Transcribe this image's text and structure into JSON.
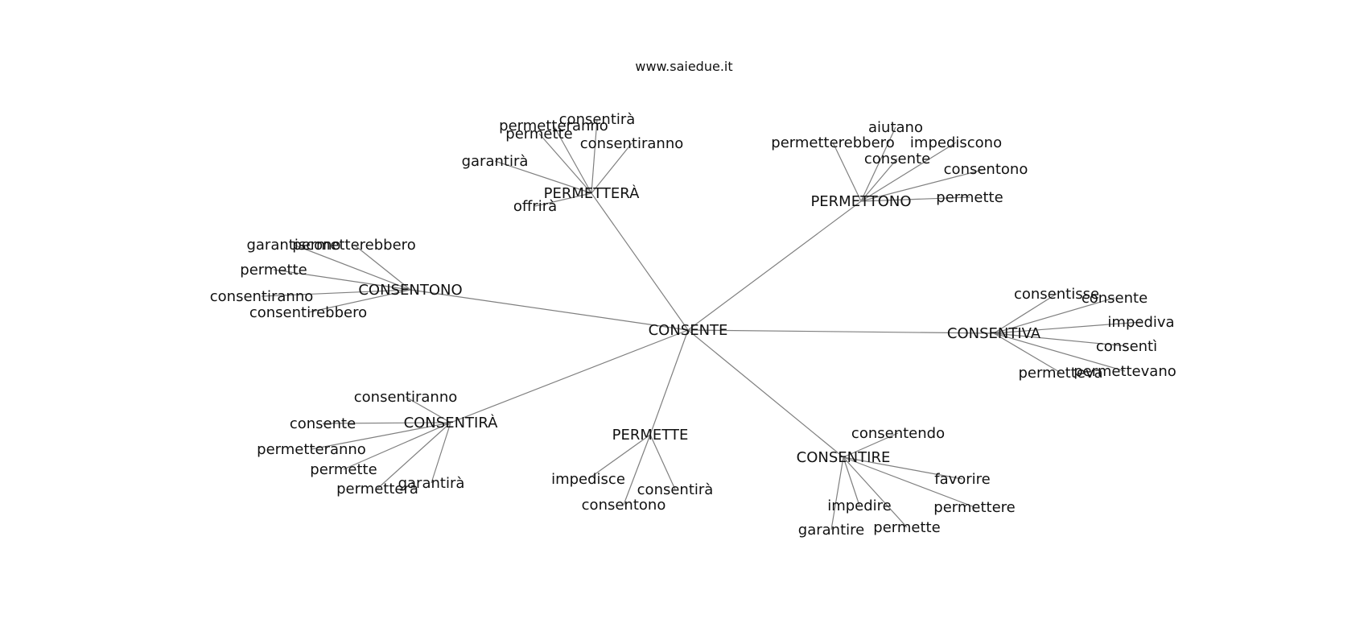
{
  "title": "www.saiedue.it",
  "colors": {
    "edge": "#7f7f7f",
    "text": "#111111",
    "background": "#ffffff"
  },
  "root": "CONSENTE",
  "hubs": [
    {
      "label": "PERMETTERÀ",
      "leaves": [
        "consentirà",
        "permetteranno",
        "permette",
        "consentiranno",
        "garantirà",
        "offrirà"
      ]
    },
    {
      "label": "PERMETTONO",
      "leaves": [
        "aiutano",
        "permetterebbero",
        "impediscono",
        "consente",
        "consentono",
        "permette"
      ]
    },
    {
      "label": "CONSENTONO",
      "leaves": [
        "garantiscono",
        "permetterebbero",
        "permette",
        "consentiranno",
        "consentirebbero"
      ]
    },
    {
      "label": "CONSENTIVA",
      "leaves": [
        "consentisse",
        "consente",
        "impediva",
        "consentì",
        "permetteva",
        "permettevano"
      ]
    },
    {
      "label": "CONSENTIRÀ",
      "leaves": [
        "consentiranno",
        "consente",
        "permetteranno",
        "permette",
        "permetterà",
        "garantirà"
      ]
    },
    {
      "label": "PERMETTE",
      "leaves": [
        "impedisce",
        "consentirà",
        "consentono"
      ]
    },
    {
      "label": "CONSENTIRE",
      "leaves": [
        "consentendo",
        "favorire",
        "impedire",
        "permettere",
        "permette",
        "garantire"
      ]
    }
  ]
}
